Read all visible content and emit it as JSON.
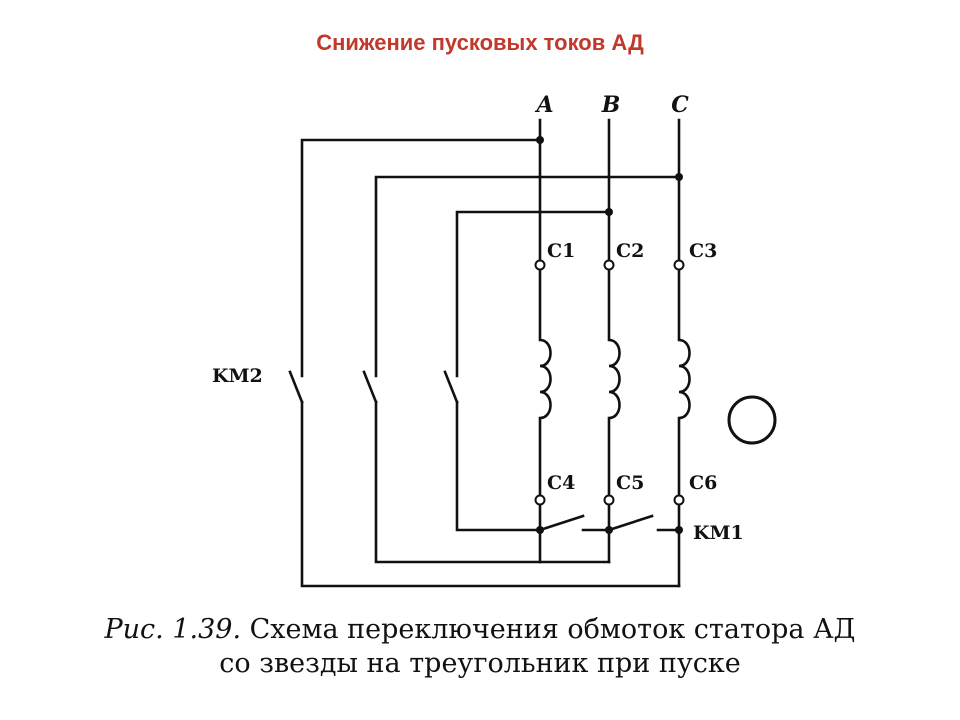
{
  "slide": {
    "title": "Снижение пусковых токов АД"
  },
  "diagram": {
    "phases": [
      "A",
      "B",
      "C"
    ],
    "terminals_top": [
      "C1",
      "C2",
      "C3"
    ],
    "terminals_bottom": [
      "C4",
      "C5",
      "C6"
    ],
    "contactor_star": "KM1",
    "contactor_delta": "KM2"
  },
  "caption": {
    "fig_label": "Рис. 1.39.",
    "line1_text": "Схема переключения обмоток статора АД",
    "line2": "со звезды на треугольник при пуске"
  }
}
